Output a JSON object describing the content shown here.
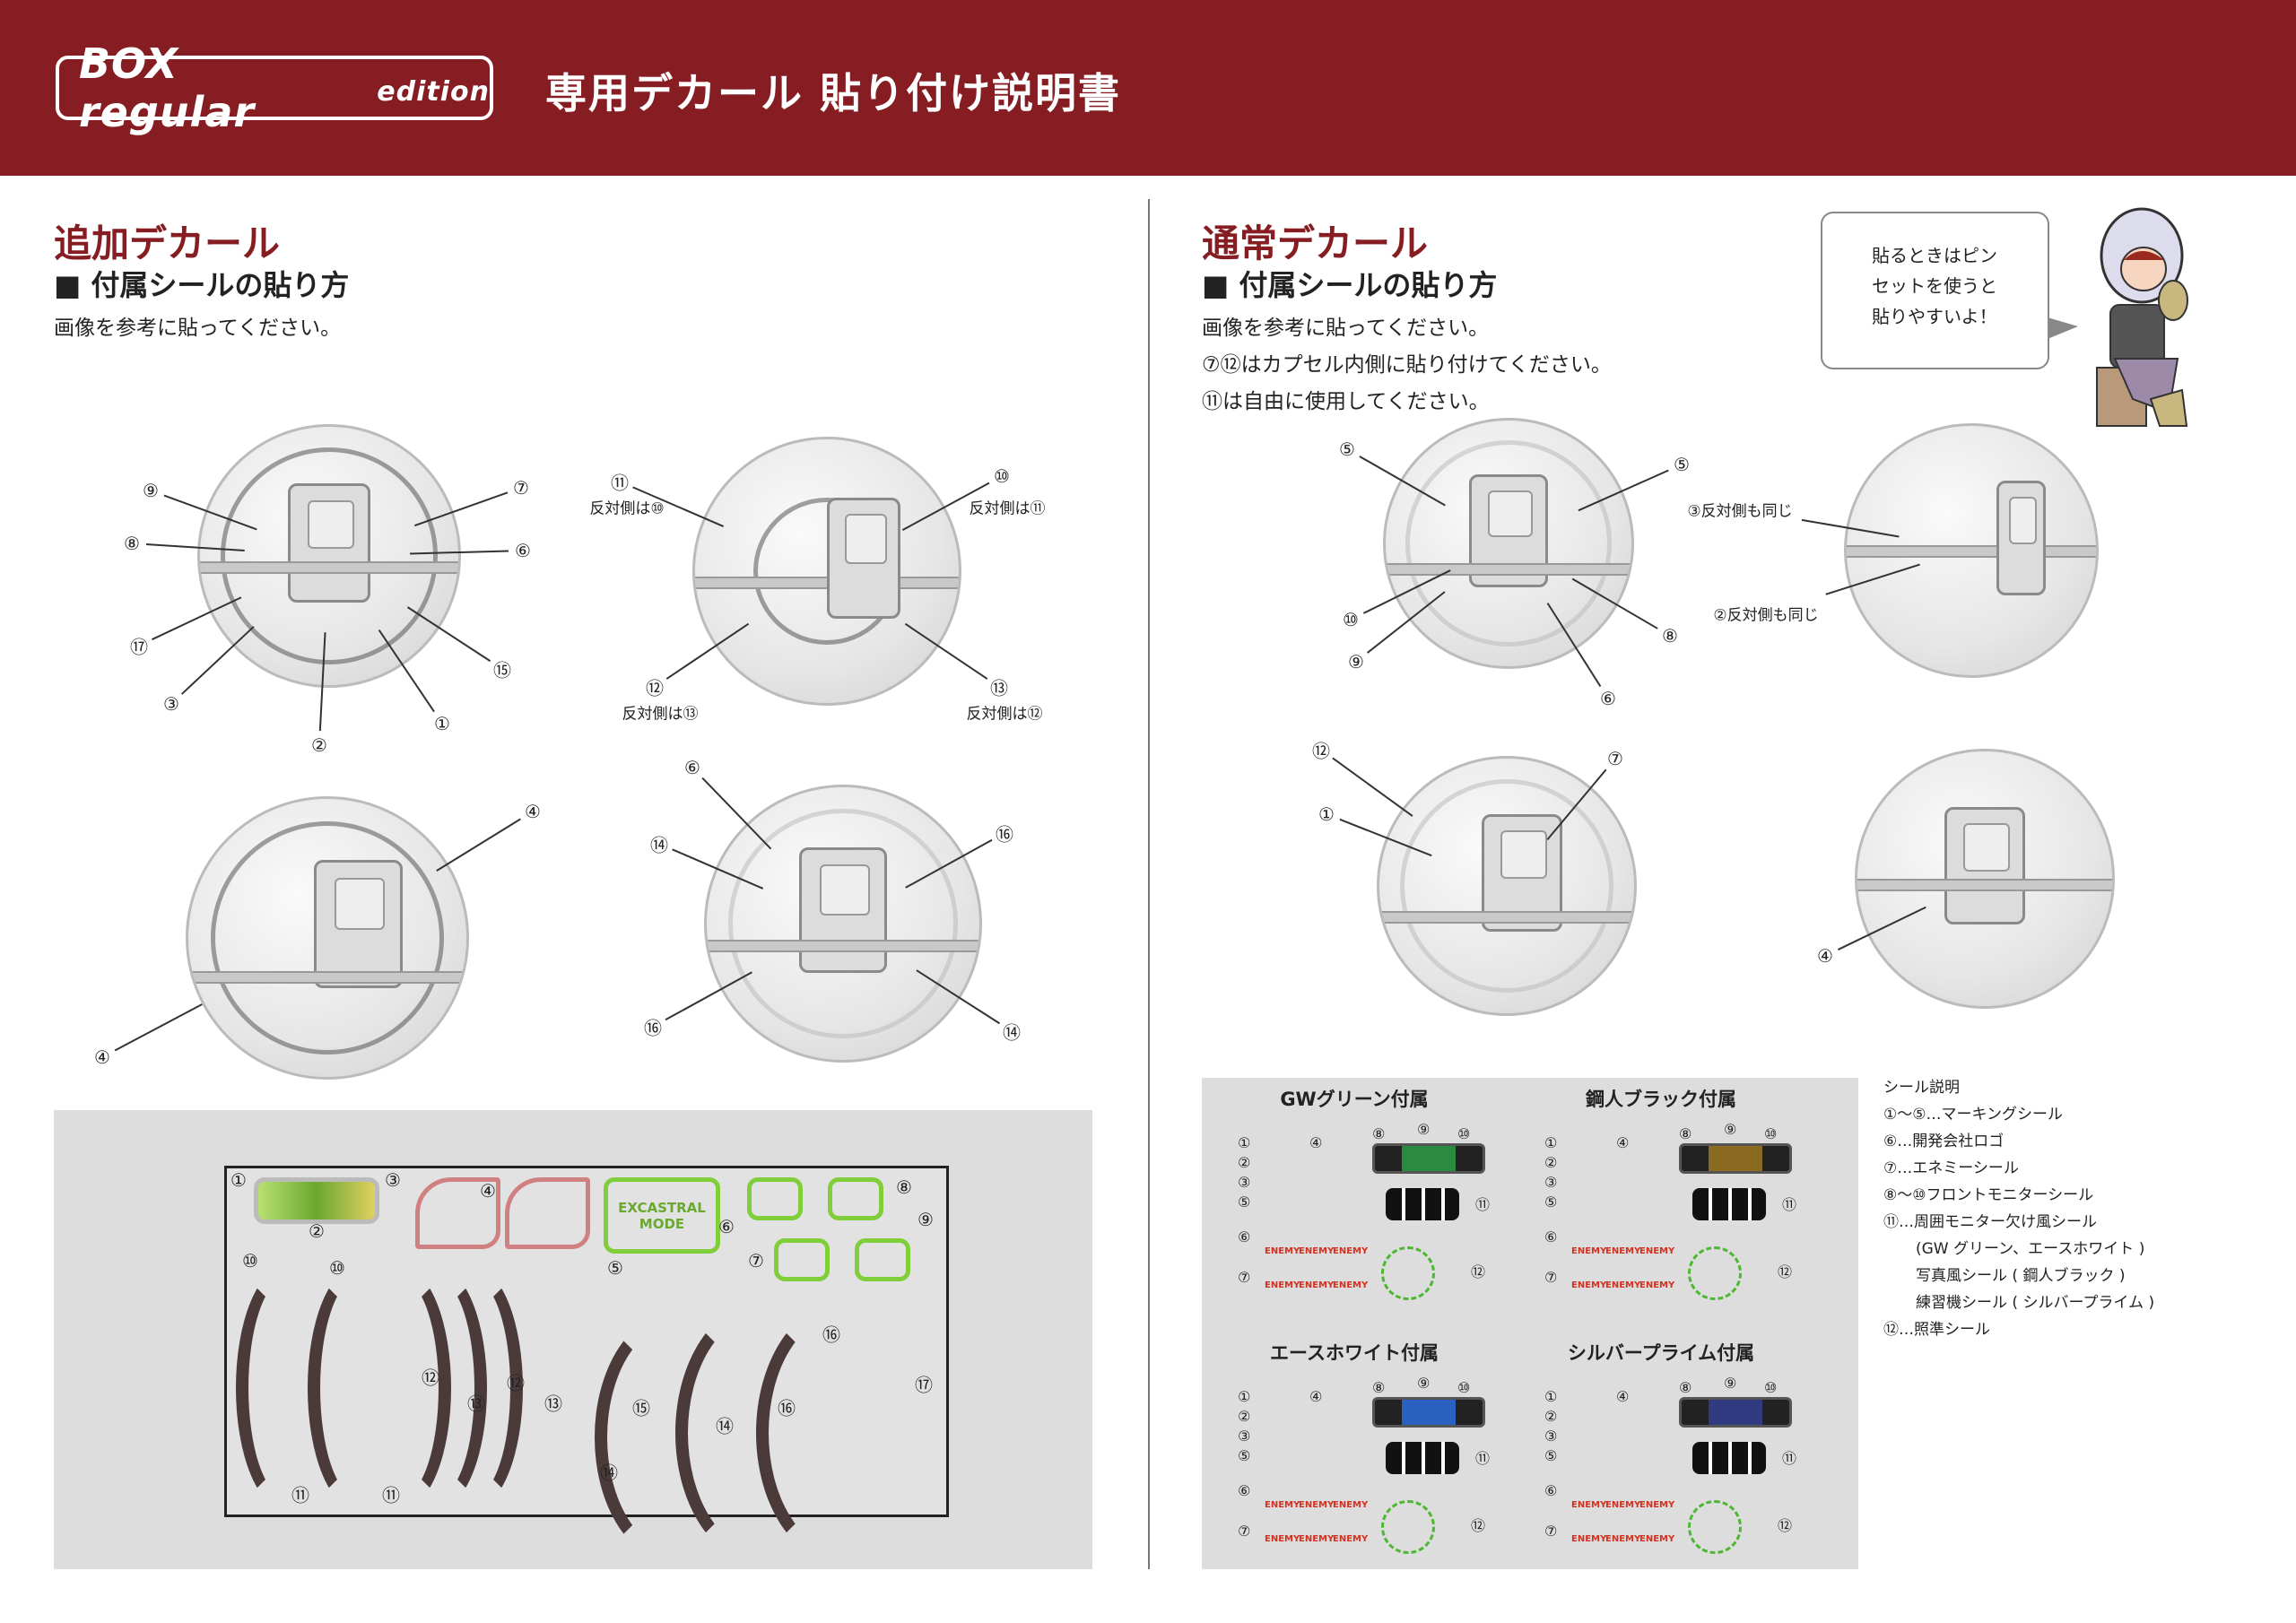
{
  "header": {
    "logo_main": "BOX regular",
    "logo_sub": "edition",
    "title": "専用デカール 貼り付け説明書"
  },
  "left": {
    "heading": "追加デカール",
    "subheading": "■ 付属シールの貼り方",
    "body": "画像を参考に貼ってください。",
    "callouts_a": [
      "⑨",
      "⑧",
      "⑰",
      "③",
      "②",
      "①",
      "⑮",
      "⑥",
      "⑦"
    ],
    "callouts_b": [
      "⑪",
      "反対側は⑩",
      "⑩",
      "反対側は⑪",
      "⑫",
      "反対側は⑬",
      "⑬",
      "反対側は⑫"
    ],
    "callouts_c": [
      "④",
      "④"
    ],
    "callouts_d": [
      "⑥",
      "⑭",
      "⑯",
      "⑯",
      "⑭"
    ],
    "sheet_numbers": [
      "①",
      "③",
      "②",
      "④",
      "⑧",
      "⑨",
      "⑥",
      "⑤",
      "⑦",
      "⑩",
      "⑩",
      "⑫",
      "⑫",
      "⑬",
      "⑬",
      "⑪",
      "⑪",
      "⑭",
      "⑮",
      "⑭",
      "⑯",
      "⑯",
      "⑰"
    ],
    "sheet_text": "EXCASTRAL MODE"
  },
  "right": {
    "heading": "通常デカール",
    "subheading": "■ 付属シールの貼り方",
    "body": [
      "画像を参考に貼ってください。",
      "⑦⑫はカプセル内側に貼り付けてください。",
      "⑪は自由に使用してください。"
    ],
    "bubble": [
      "貼るときはピン",
      "セットを使うと",
      "貼りやすいよ！"
    ],
    "callouts_a": [
      "⑤",
      "⑤",
      "⑩",
      "⑨",
      "⑧",
      "⑥"
    ],
    "callouts_b": [
      "③反対側も同じ",
      "②反対側も同じ"
    ],
    "callouts_c": [
      "⑫",
      "⑦",
      "①"
    ],
    "callouts_d": [
      "④"
    ],
    "quadrants": [
      {
        "title": "GWグリーン付属",
        "monitor_color": "#2a8a40",
        "numbers": [
          "①",
          "②",
          "③",
          "④",
          "⑤",
          "⑥",
          "⑦",
          "⑧",
          "⑨",
          "⑩",
          "⑪",
          "⑫"
        ]
      },
      {
        "title": "鋼人ブラック付属",
        "monitor_color": "#8a6a20",
        "numbers": [
          "①",
          "②",
          "③",
          "④",
          "⑤",
          "⑥",
          "⑦",
          "⑧",
          "⑨",
          "⑩",
          "⑪",
          "⑫"
        ]
      },
      {
        "title": "エースホワイト付属",
        "monitor_color": "#2a60c0",
        "numbers": [
          "①",
          "②",
          "③",
          "④",
          "⑤",
          "⑥",
          "⑦",
          "⑧",
          "⑨",
          "⑩",
          "⑪",
          "⑫"
        ]
      },
      {
        "title": "シルバープライム付属",
        "monitor_color": "#303a80",
        "numbers": [
          "①",
          "②",
          "③",
          "④",
          "⑤",
          "⑥",
          "⑦",
          "⑧",
          "⑨",
          "⑩",
          "⑪",
          "⑫"
        ]
      }
    ],
    "enemy_label": "ENEMY",
    "legend": {
      "title": "シール説明",
      "items": [
        "①〜⑤…マーキングシール",
        "⑥…開発会社ロゴ",
        "⑦…エネミーシール",
        "⑧〜⑩フロントモニターシール",
        "⑪…周囲モニター欠け風シール",
        "(GW グリーン、エースホワイト )",
        "写真風シール ( 鋼人ブラック )",
        "練習機シール ( シルバープライム )",
        "⑫…照準シール"
      ]
    }
  }
}
